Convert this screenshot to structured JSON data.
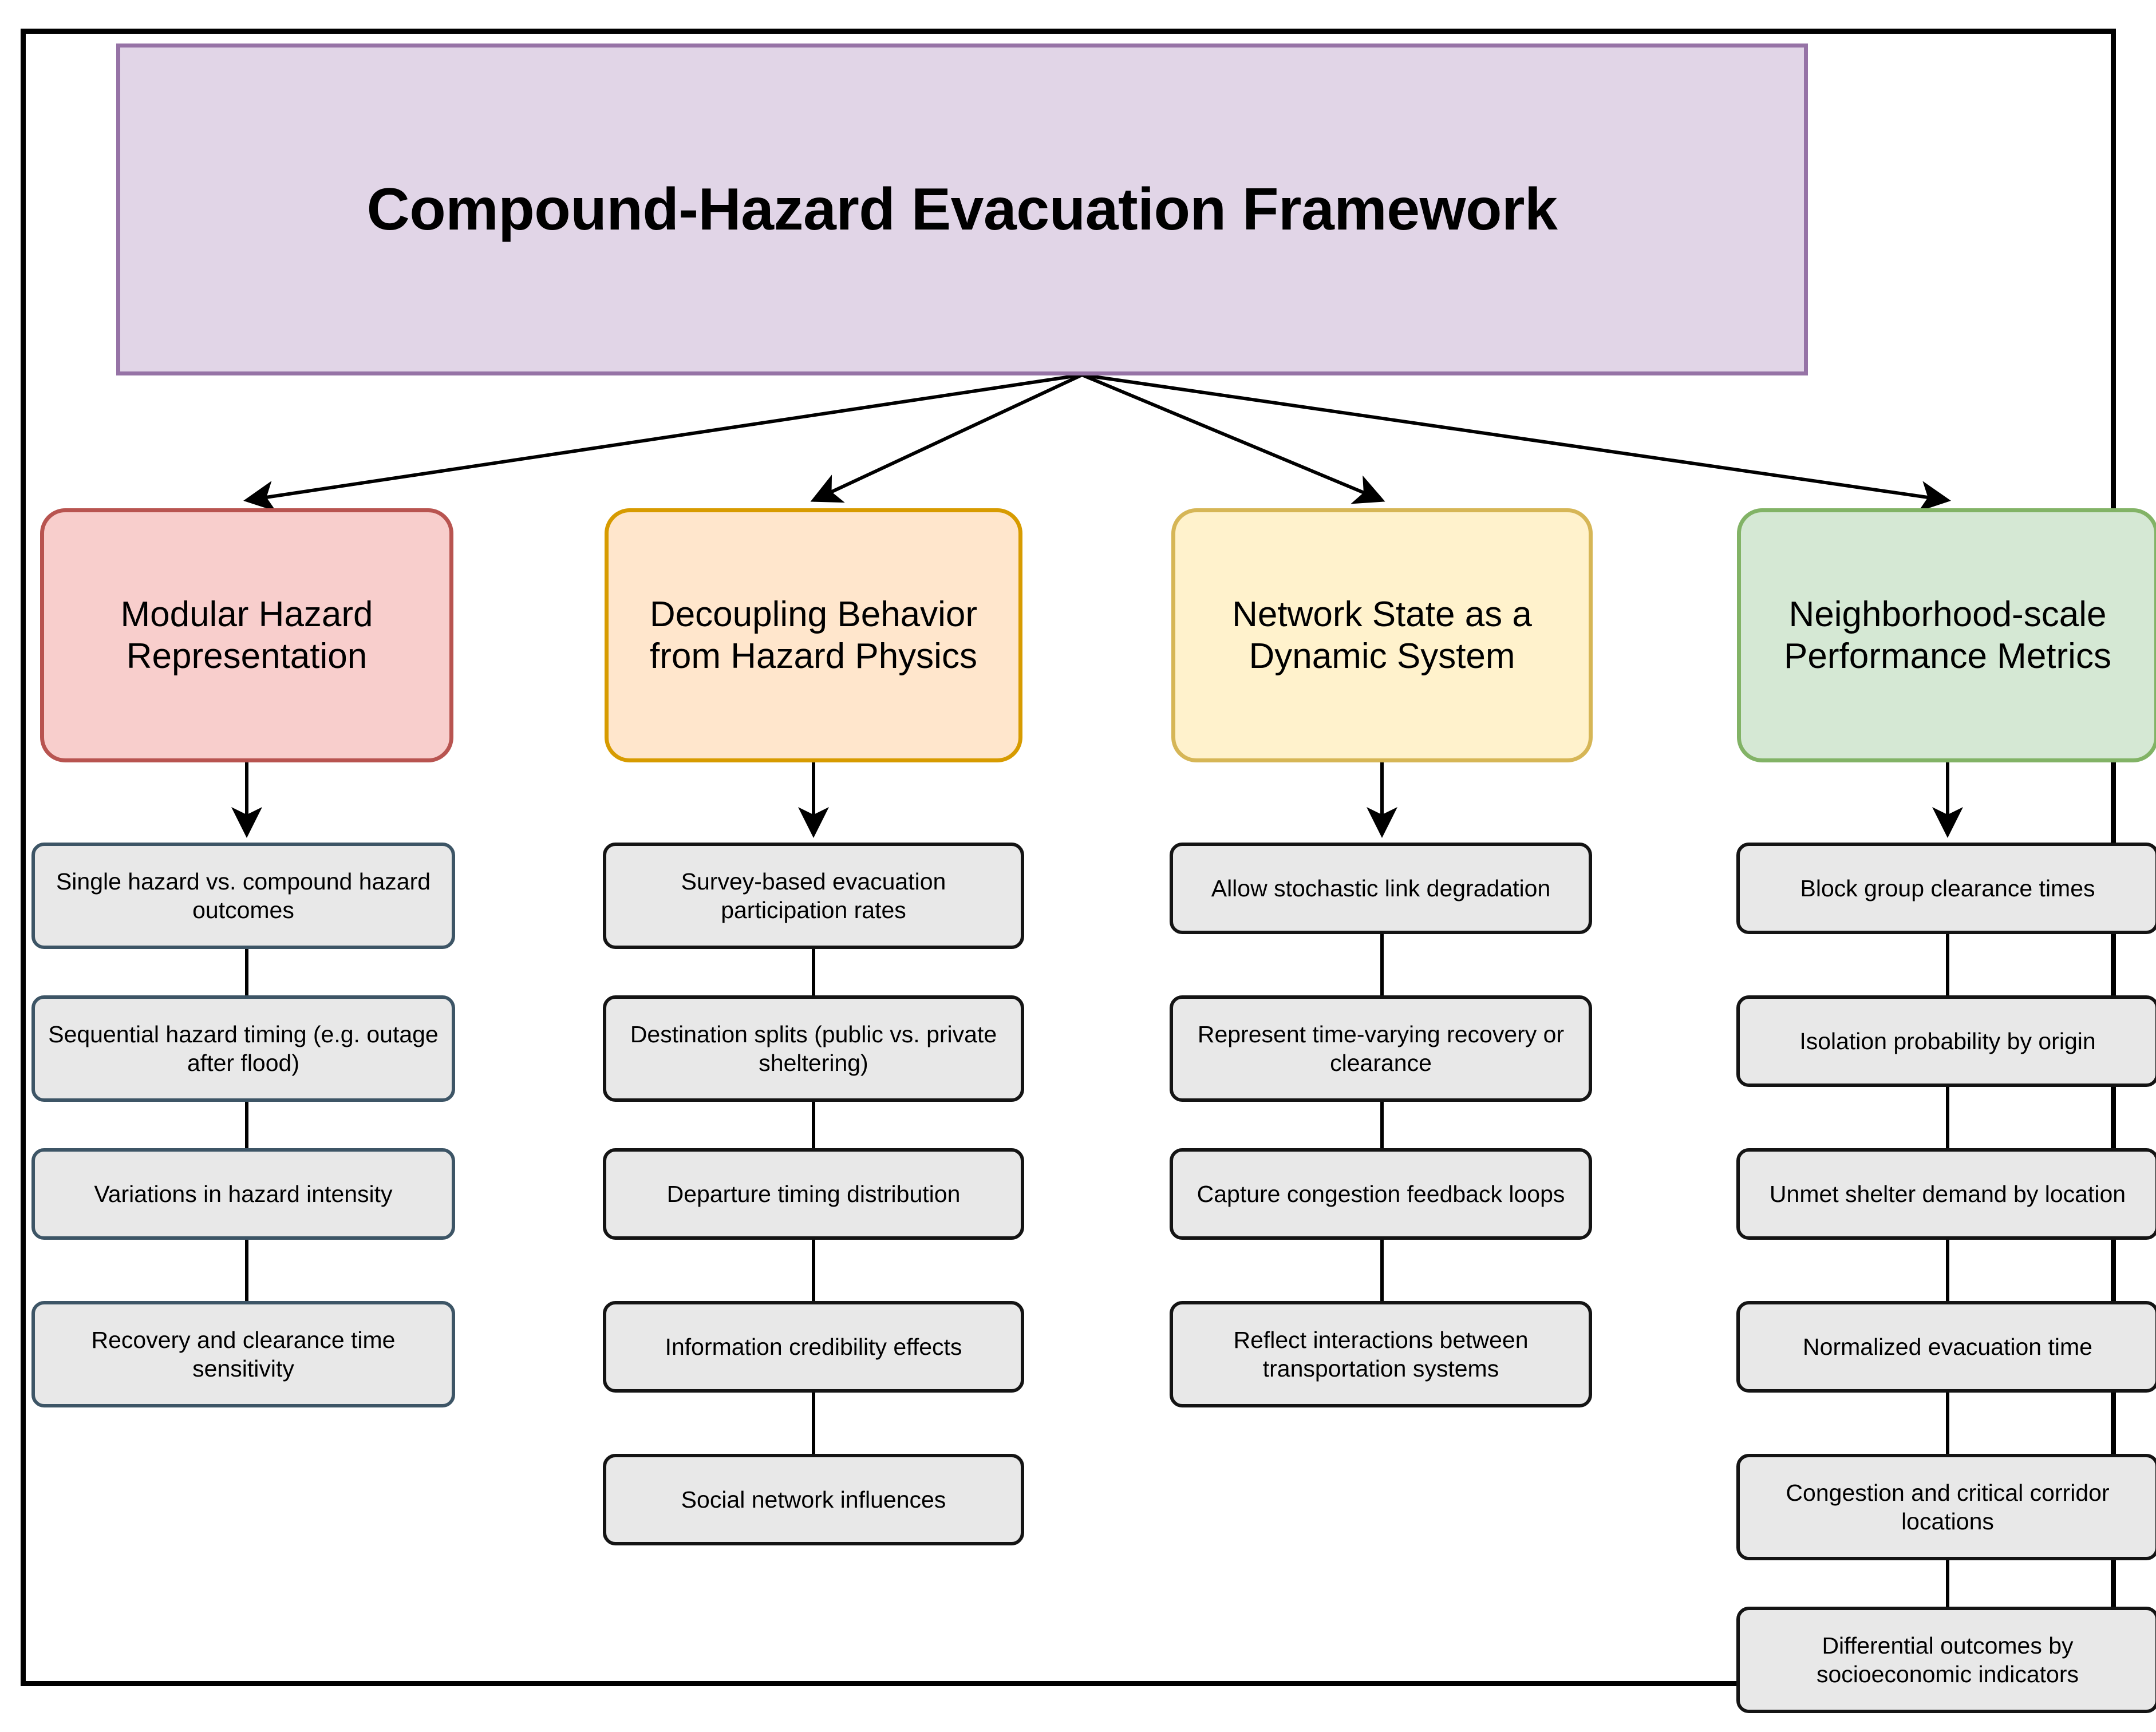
{
  "diagram": {
    "title": "Compound-Hazard Evacuation Framework",
    "colors": {
      "title_fill": "#e1d5e7",
      "title_border": "#9673a6",
      "leaf_fill": "#e8e8e8",
      "frame_border": "#000000",
      "edge_stroke": "#000000"
    },
    "branches": [
      {
        "id": "modular-hazard-representation",
        "label": "Modular Hazard Representation",
        "fill": "#f8cecc",
        "border": "#b85450",
        "leaf_border": "#3d5566",
        "leaves": [
          "Single hazard vs. compound hazard outcomes",
          "Sequential hazard timing (e.g. outage after flood)",
          "Variations in hazard intensity",
          "Recovery and clearance time sensitivity"
        ]
      },
      {
        "id": "decoupling-behavior-from-hazard-physics",
        "label": "Decoupling Behavior from Hazard Physics",
        "fill": "#ffe6cc",
        "border": "#d79b00",
        "leaf_border": "#141414",
        "leaves": [
          "Survey-based evacuation participation rates",
          "Destination splits (public vs. private sheltering)",
          "Departure timing distribution",
          "Information credibility effects",
          "Social network influences"
        ]
      },
      {
        "id": "network-state-as-a-dynamic-system",
        "label": "Network State as a Dynamic System",
        "fill": "#fff2cc",
        "border": "#d6b656",
        "leaf_border": "#141414",
        "leaves": [
          "Allow stochastic link degradation",
          "Represent time-varying recovery or clearance",
          "Capture congestion feedback loops",
          "Reflect interactions between transportation systems"
        ]
      },
      {
        "id": "neighborhood-scale-performance-metrics",
        "label": "Neighborhood-scale Performance Metrics",
        "fill": "#d5e8d4",
        "border": "#82b366",
        "leaf_border": "#141414",
        "leaves": [
          "Block group clearance times",
          "Isolation probability by origin",
          "Unmet shelter demand by location",
          "Normalized evacuation time",
          "Congestion and critical corridor locations",
          "Differential outcomes by socioeconomic indicators"
        ]
      }
    ]
  }
}
